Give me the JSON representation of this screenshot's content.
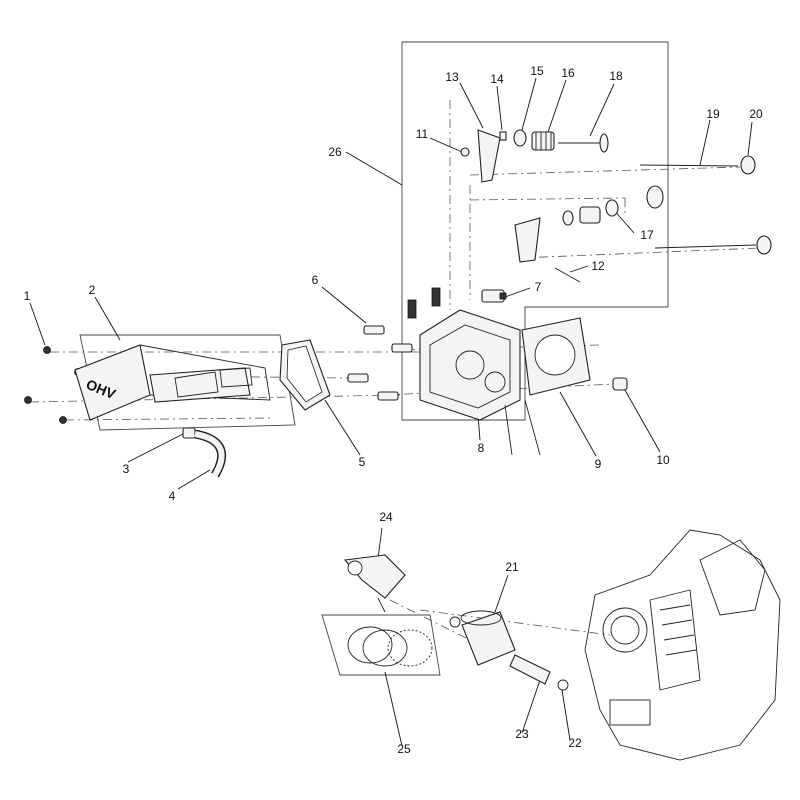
{
  "diagram": {
    "callouts": [
      {
        "id": "1",
        "text": "1"
      },
      {
        "id": "2",
        "text": "2"
      },
      {
        "id": "3",
        "text": "3"
      },
      {
        "id": "4",
        "text": "4"
      },
      {
        "id": "5",
        "text": "5"
      },
      {
        "id": "6",
        "text": "6"
      },
      {
        "id": "7",
        "text": "7"
      },
      {
        "id": "8",
        "text": "8"
      },
      {
        "id": "9",
        "text": "9"
      },
      {
        "id": "10",
        "text": "10"
      },
      {
        "id": "11",
        "text": "11"
      },
      {
        "id": "12",
        "text": "12"
      },
      {
        "id": "13",
        "text": "13"
      },
      {
        "id": "14",
        "text": "14"
      },
      {
        "id": "15",
        "text": "15"
      },
      {
        "id": "16",
        "text": "16"
      },
      {
        "id": "17",
        "text": "17"
      },
      {
        "id": "18",
        "text": "18"
      },
      {
        "id": "19",
        "text": "19"
      },
      {
        "id": "20",
        "text": "20"
      },
      {
        "id": "21",
        "text": "21"
      },
      {
        "id": "22",
        "text": "22"
      },
      {
        "id": "23",
        "text": "23"
      },
      {
        "id": "24",
        "text": "24"
      },
      {
        "id": "25",
        "text": "25"
      },
      {
        "id": "26",
        "text": "26"
      }
    ],
    "valve_cover_embossing": "OHV"
  }
}
